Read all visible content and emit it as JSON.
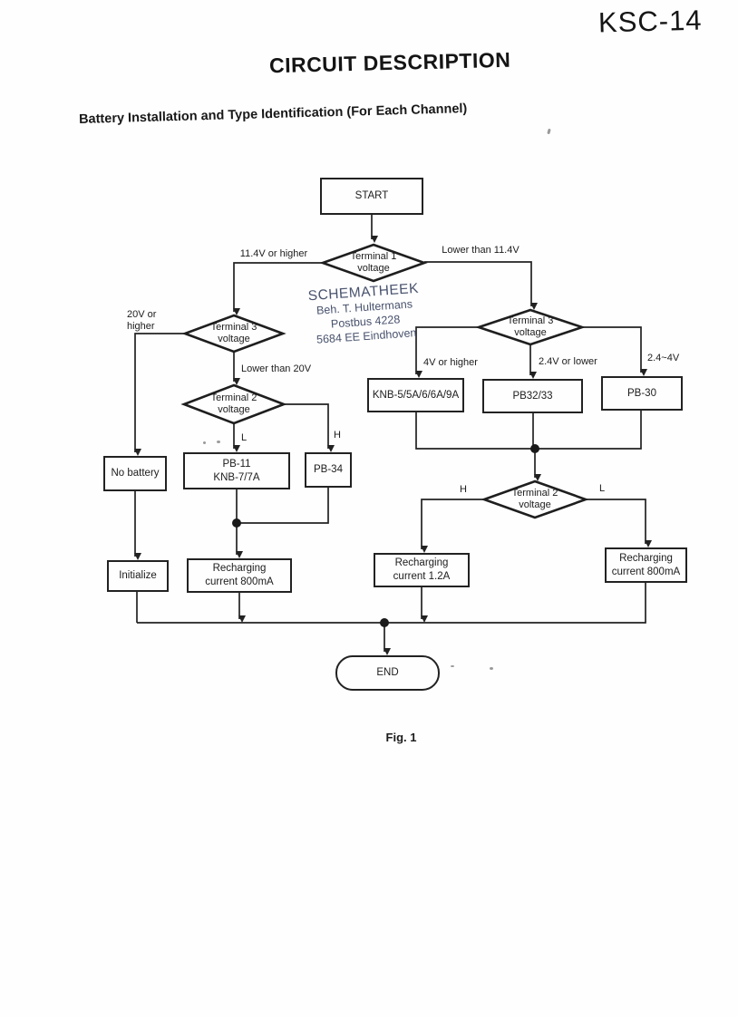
{
  "page": {
    "doc_code": "KSC-14",
    "title": "CIRCUIT DESCRIPTION",
    "subtitle": "Battery Installation and Type Identification (For Each Channel)",
    "figure_caption": "Fig. 1",
    "ink_color": "#222222",
    "paper_color": "#fefefe"
  },
  "stamp": {
    "color": "#49536e",
    "lines": [
      "SCHEMATHEEK",
      "Beh. T. Hultermans",
      "Postbus 4228",
      "5684 EE Eindhoven"
    ]
  },
  "flowchart": {
    "nodes": {
      "start": "START",
      "terminal1": "Terminal 1\nvoltage",
      "terminal3_left": "Terminal 3\nvoltage",
      "terminal2_left": "Terminal 2\nvoltage",
      "no_battery": "No battery",
      "pb11": "PB-11\nKNB-7/7A",
      "pb34": "PB-34",
      "initialize": "Initialize",
      "recharge_800_left": "Recharging\ncurrent 800mA",
      "terminal3_right": "Terminal 3\nvoltage",
      "knb5": "KNB-5/5A/6/6A/9A",
      "pb3233": "PB32/33",
      "pb30": "PB-30",
      "terminal2_right": "Terminal 2\nvoltage",
      "recharge_12": "Recharging\ncurrent 1.2A",
      "recharge_800_right": "Recharging\ncurrent 800mA",
      "end": "END"
    },
    "edge_labels": {
      "t1_left": "11.4V or higher",
      "t1_right": "Lower than 11.4V",
      "t3l_left": "20V or\nhigher",
      "t3l_down": "Lower than 20V",
      "t2l_down": "L",
      "t2l_right": "H",
      "t3r_left": "4V or higher",
      "t3r_down": "2.4V or lower",
      "t3r_right": "2.4~4V",
      "t2r_left": "H",
      "t2r_right": "L"
    }
  }
}
